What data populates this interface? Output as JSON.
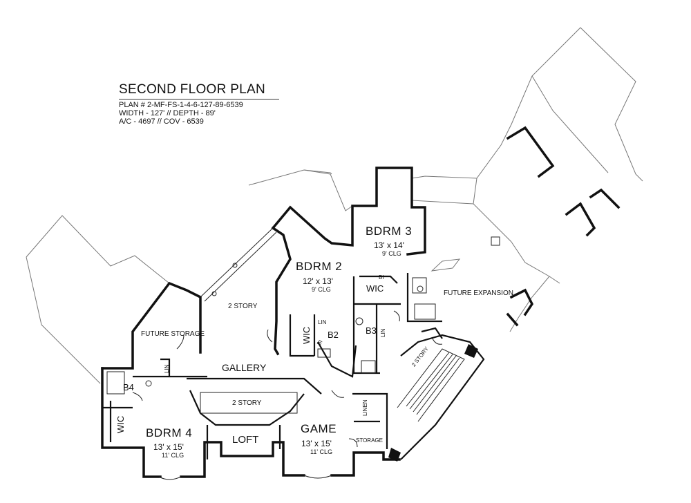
{
  "title": {
    "heading": "SECOND FLOOR PLAN",
    "plan_number": "PLAN # 2-MF-FS-1-4-6-127-89-6539",
    "dimensions": "WIDTH - 127' // DEPTH - 89'",
    "area": "A/C - 4697 // COV - 6539"
  },
  "rooms": {
    "bdrm3": {
      "name": "BDRM 3",
      "size": "13' x 14'",
      "clg": "9' CLG"
    },
    "bdrm2": {
      "name": "BDRM 2",
      "size": "12' x 13'",
      "clg": "9' CLG"
    },
    "bdrm4": {
      "name": "BDRM 4",
      "size": "13' x 15'",
      "clg": "11' CLG"
    },
    "game": {
      "name": "GAME",
      "size": "13' x 15'",
      "clg": "11' CLG"
    },
    "loft": "LOFT",
    "gallery": "GALLERY",
    "future_expansion": "FUTURE EXPANSION",
    "future_storage": "FUTURE STORAGE",
    "two_story_left": "2 STORY",
    "two_story_center": "2 STORY",
    "two_story_stair": "2 STORY",
    "wic_bdrm3": "WIC",
    "wic_bdrm2": "WIC",
    "wic_bdrm4": "WIC",
    "bath_b2": "B2",
    "bath_b3": "B3",
    "bath_b4": "B4",
    "storage": "STORAGE",
    "linen": "LINEN",
    "lin_b2": "LIN",
    "lin_b3": "LIN",
    "lin_b4": "LIN",
    "bi_bdrm3": "BI",
    "bi_b2": "BI"
  }
}
